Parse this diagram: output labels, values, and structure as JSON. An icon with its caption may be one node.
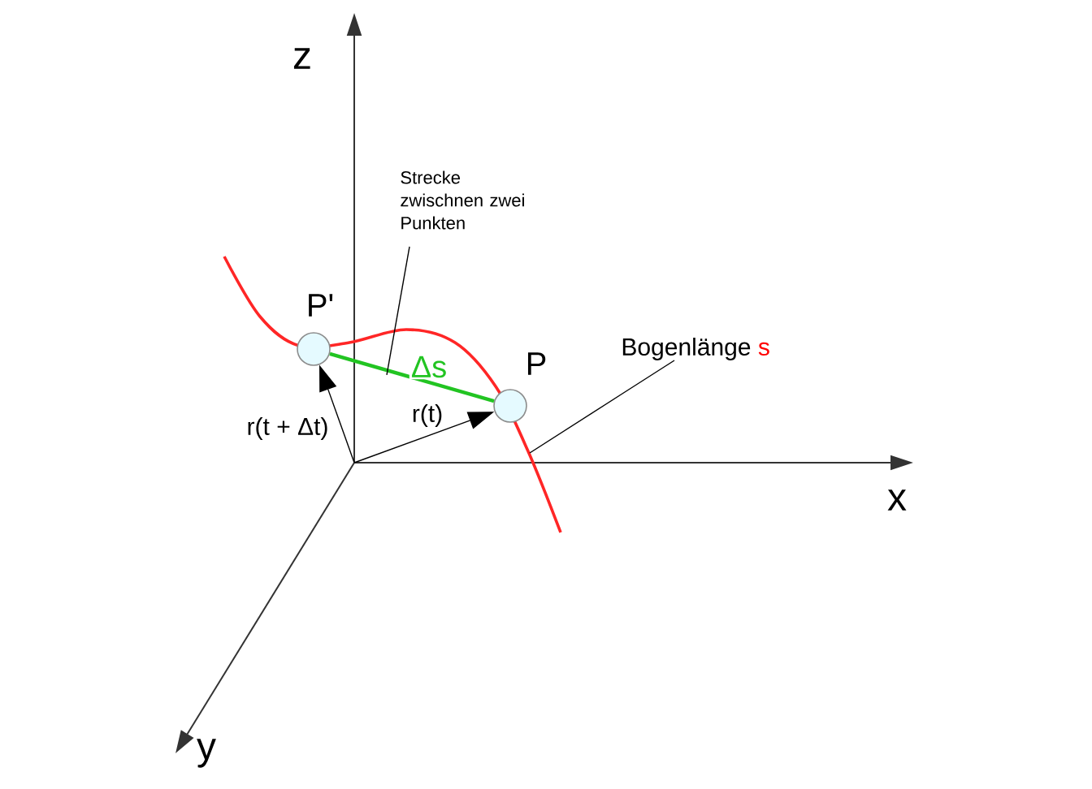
{
  "diagram": {
    "nodes": [
      {
        "text": [
          "P'"
        ]
      },
      {
        "text": [
          "P"
        ]
      },
      {
        "text": [
          "Strecke zwischnen zwei Punkten"
        ]
      },
      {
        "text": [
          "Bogenlänge",
          "s"
        ]
      }
    ],
    "edges": [
      {
        "from": null,
        "to": 0,
        "arrow": "to",
        "label": "r(t + Δt)"
      },
      {
        "from": null,
        "to": 1,
        "arrow": "to",
        "label": "r(t)"
      },
      {
        "from": 0,
        "to": 1,
        "arrow": "none",
        "label": "Δs",
        "style": "thick",
        "color": "#22c422"
      },
      {
        "from": 2,
        "to": null,
        "arrow": "none"
      },
      {
        "from": 3,
        "to": null,
        "arrow": "none"
      }
    ],
    "labels": [
      "z",
      "x",
      "y"
    ]
  }
}
